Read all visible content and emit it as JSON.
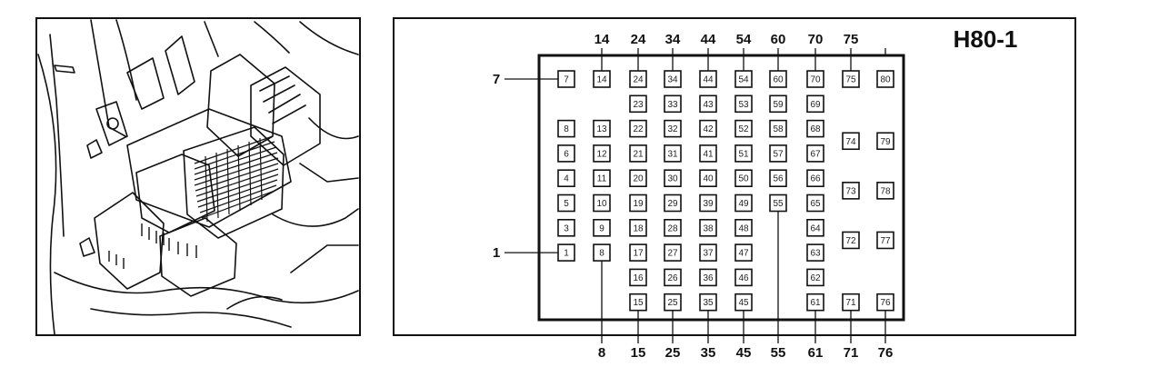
{
  "diagram_title": "H80-1",
  "pins": [
    {
      "n": "1",
      "col": 0,
      "row": 7
    },
    {
      "n": "3",
      "col": 0,
      "row": 6
    },
    {
      "n": "5",
      "col": 0,
      "row": 5
    },
    {
      "n": "4",
      "col": 0,
      "row": 4
    },
    {
      "n": "6",
      "col": 0,
      "row": 3
    },
    {
      "n": "8",
      "col": 0,
      "row": 2
    },
    {
      "n": "7",
      "col": 0,
      "row": 0
    },
    {
      "n": "14",
      "col": 1,
      "row": 0
    },
    {
      "n": "13",
      "col": 1,
      "row": 2
    },
    {
      "n": "12",
      "col": 1,
      "row": 3
    },
    {
      "n": "11",
      "col": 1,
      "row": 4
    },
    {
      "n": "10",
      "col": 1,
      "row": 5
    },
    {
      "n": "9",
      "col": 1,
      "row": 6
    },
    {
      "n": "8",
      "col": 1,
      "row": 7
    },
    {
      "n": "24",
      "col": 2,
      "row": 0
    },
    {
      "n": "23",
      "col": 2,
      "row": 1
    },
    {
      "n": "22",
      "col": 2,
      "row": 2
    },
    {
      "n": "21",
      "col": 2,
      "row": 3
    },
    {
      "n": "20",
      "col": 2,
      "row": 4
    },
    {
      "n": "19",
      "col": 2,
      "row": 5
    },
    {
      "n": "18",
      "col": 2,
      "row": 6
    },
    {
      "n": "17",
      "col": 2,
      "row": 7
    },
    {
      "n": "16",
      "col": 2,
      "row": 8
    },
    {
      "n": "15",
      "col": 2,
      "row": 9
    },
    {
      "n": "34",
      "col": 3,
      "row": 0
    },
    {
      "n": "33",
      "col": 3,
      "row": 1
    },
    {
      "n": "32",
      "col": 3,
      "row": 2
    },
    {
      "n": "31",
      "col": 3,
      "row": 3
    },
    {
      "n": "30",
      "col": 3,
      "row": 4
    },
    {
      "n": "29",
      "col": 3,
      "row": 5
    },
    {
      "n": "28",
      "col": 3,
      "row": 6
    },
    {
      "n": "27",
      "col": 3,
      "row": 7
    },
    {
      "n": "26",
      "col": 3,
      "row": 8
    },
    {
      "n": "25",
      "col": 3,
      "row": 9
    },
    {
      "n": "44",
      "col": 4,
      "row": 0
    },
    {
      "n": "43",
      "col": 4,
      "row": 1
    },
    {
      "n": "42",
      "col": 4,
      "row": 2
    },
    {
      "n": "41",
      "col": 4,
      "row": 3
    },
    {
      "n": "40",
      "col": 4,
      "row": 4
    },
    {
      "n": "39",
      "col": 4,
      "row": 5
    },
    {
      "n": "38",
      "col": 4,
      "row": 6
    },
    {
      "n": "37",
      "col": 4,
      "row": 7
    },
    {
      "n": "36",
      "col": 4,
      "row": 8
    },
    {
      "n": "35",
      "col": 4,
      "row": 9
    },
    {
      "n": "54",
      "col": 5,
      "row": 0
    },
    {
      "n": "53",
      "col": 5,
      "row": 1
    },
    {
      "n": "52",
      "col": 5,
      "row": 2
    },
    {
      "n": "51",
      "col": 5,
      "row": 3
    },
    {
      "n": "50",
      "col": 5,
      "row": 4
    },
    {
      "n": "49",
      "col": 5,
      "row": 5
    },
    {
      "n": "48",
      "col": 5,
      "row": 6
    },
    {
      "n": "47",
      "col": 5,
      "row": 7
    },
    {
      "n": "46",
      "col": 5,
      "row": 8
    },
    {
      "n": "45",
      "col": 5,
      "row": 9
    },
    {
      "n": "60",
      "col": 6,
      "row": 0
    },
    {
      "n": "59",
      "col": 6,
      "row": 1
    },
    {
      "n": "58",
      "col": 6,
      "row": 2
    },
    {
      "n": "57",
      "col": 6,
      "row": 3
    },
    {
      "n": "56",
      "col": 6,
      "row": 4
    },
    {
      "n": "55",
      "col": 6,
      "row": 5
    },
    {
      "n": "70",
      "col": 7,
      "row": 0
    },
    {
      "n": "69",
      "col": 7,
      "row": 1
    },
    {
      "n": "68",
      "col": 7,
      "row": 2
    },
    {
      "n": "67",
      "col": 7,
      "row": 3
    },
    {
      "n": "66",
      "col": 7,
      "row": 4
    },
    {
      "n": "65",
      "col": 7,
      "row": 5
    },
    {
      "n": "64",
      "col": 7,
      "row": 6
    },
    {
      "n": "63",
      "col": 7,
      "row": 7
    },
    {
      "n": "62",
      "col": 7,
      "row": 8
    },
    {
      "n": "61",
      "col": 7,
      "row": 9
    },
    {
      "n": "75",
      "col": 8,
      "row": 0
    },
    {
      "n": "74",
      "col": 8,
      "row": 2.5
    },
    {
      "n": "73",
      "col": 8,
      "row": 4.5
    },
    {
      "n": "72",
      "col": 8,
      "row": 6.5
    },
    {
      "n": "71",
      "col": 8,
      "row": 9
    },
    {
      "n": "80",
      "col": 9,
      "row": 0
    },
    {
      "n": "79",
      "col": 9,
      "row": 2.5
    },
    {
      "n": "78",
      "col": 9,
      "row": 4.5
    },
    {
      "n": "77",
      "col": 9,
      "row": 6.5
    },
    {
      "n": "76",
      "col": 9,
      "row": 9
    }
  ],
  "top_labels": [
    {
      "text": "14",
      "col": 1
    },
    {
      "text": "24",
      "col": 2
    },
    {
      "text": "34",
      "col": 3
    },
    {
      "text": "44",
      "col": 4
    },
    {
      "text": "54",
      "col": 5
    },
    {
      "text": "60",
      "col": 6
    },
    {
      "text": "70",
      "col": 7
    },
    {
      "text": "75",
      "col": 8
    }
  ],
  "bottom_labels": [
    {
      "text": "8",
      "col": 1
    },
    {
      "text": "15",
      "col": 2
    },
    {
      "text": "25",
      "col": 3
    },
    {
      "text": "35",
      "col": 4
    },
    {
      "text": "45",
      "col": 5
    },
    {
      "text": "55",
      "col": 6
    },
    {
      "text": "61",
      "col": 7
    },
    {
      "text": "71",
      "col": 8
    },
    {
      "text": "76",
      "col": 9
    }
  ],
  "side_labels": [
    {
      "text": "7",
      "row": 0
    },
    {
      "text": "1",
      "row": 7
    }
  ]
}
